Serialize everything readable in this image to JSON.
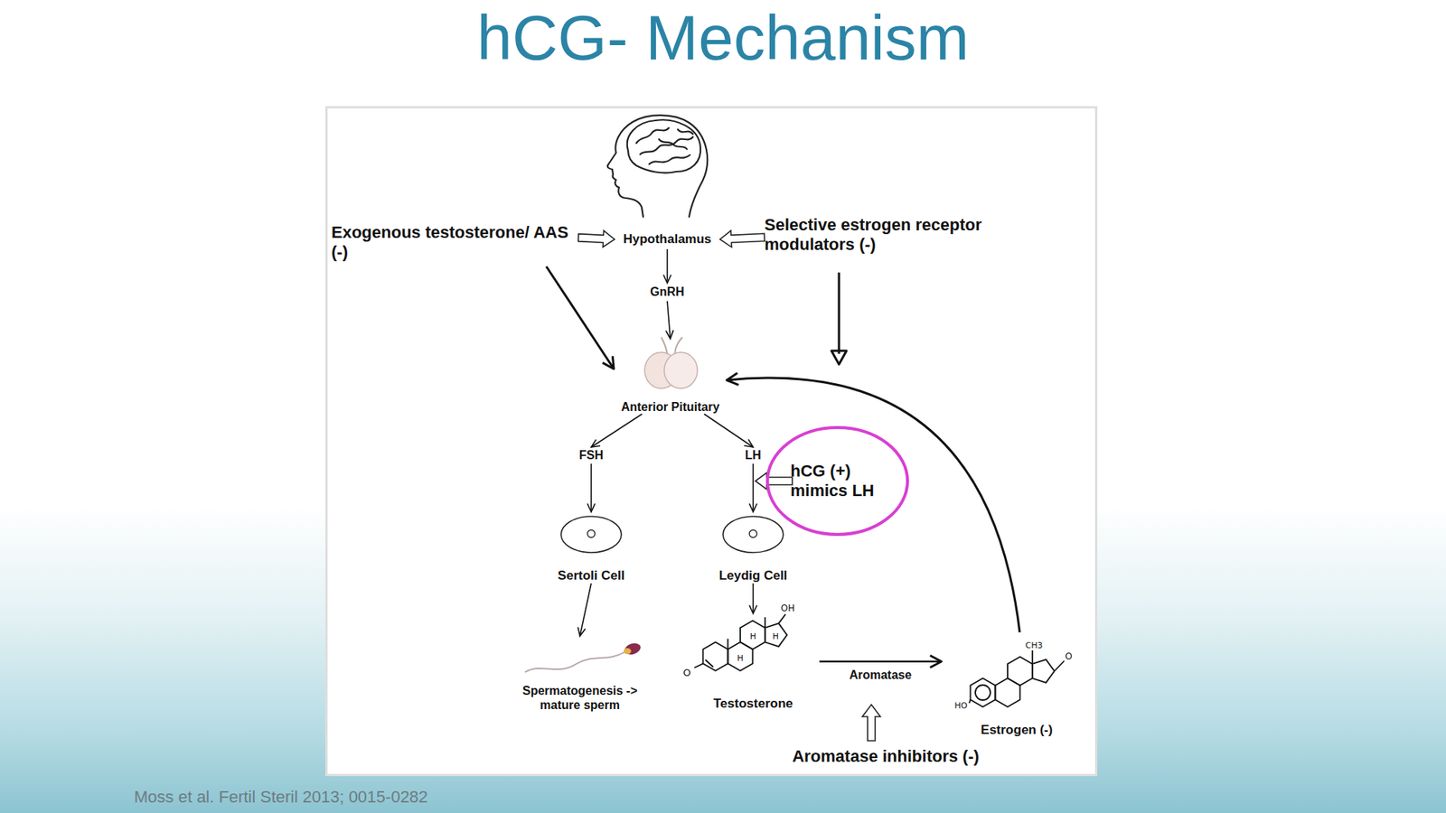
{
  "diagram": {
    "title": "hCG- Mechanism",
    "nodes": [
      {
        "text": [
          "Exogenous testosterone/ AAS (-)"
        ]
      },
      {
        "text": [
          "Hypothalamus"
        ]
      },
      {
        "text": [
          "Selective estrogen receptor modulators (-)"
        ]
      },
      {
        "text": [
          "GnRH"
        ]
      },
      {
        "text": [
          "Anterior Pituitary"
        ]
      },
      {
        "text": [
          "FSH"
        ]
      },
      {
        "text": [
          "LH"
        ]
      },
      {
        "text": [
          "hCG (+) mimics LH"
        ]
      },
      {
        "text": [
          "Sertoli Cell"
        ]
      },
      {
        "text": [
          "Leydig Cell"
        ]
      },
      {
        "text": [
          "Spermatogenesis -> mature sperm"
        ]
      },
      {
        "text": [
          "Testosterone"
        ]
      },
      {
        "text": [
          "Estrogen (-)"
        ]
      },
      {
        "text": [
          "Aromatase inhibitors (-)"
        ]
      }
    ],
    "edges": [
      {
        "from": 0,
        "to": 1,
        "arrow": "to"
      },
      {
        "from": 2,
        "to": 1,
        "arrow": "to"
      },
      {
        "from": 0,
        "to": 4,
        "arrow": "to"
      },
      {
        "from": 1,
        "to": 3,
        "arrow": "to"
      },
      {
        "from": 3,
        "to": 4,
        "arrow": "to"
      },
      {
        "from": 4,
        "to": 5,
        "arrow": "to"
      },
      {
        "from": 4,
        "to": 6,
        "arrow": "to"
      },
      {
        "from": 5,
        "to": 8,
        "arrow": "to"
      },
      {
        "from": 6,
        "to": 9,
        "arrow": "to"
      },
      {
        "from": 8,
        "to": 10,
        "arrow": "to"
      },
      {
        "from": 9,
        "to": 11,
        "arrow": "to"
      },
      {
        "from": 11,
        "to": 12,
        "label": "Aromatase",
        "arrow": "to"
      },
      {
        "from": 12,
        "to": 4,
        "arrow": "to"
      }
    ],
    "labels": [
      "Moss et al. Fertil Steril 2013; 0015-0282",
      "OH",
      "O",
      "H",
      "H",
      "H",
      "CH3",
      "O",
      "HO"
    ]
  }
}
